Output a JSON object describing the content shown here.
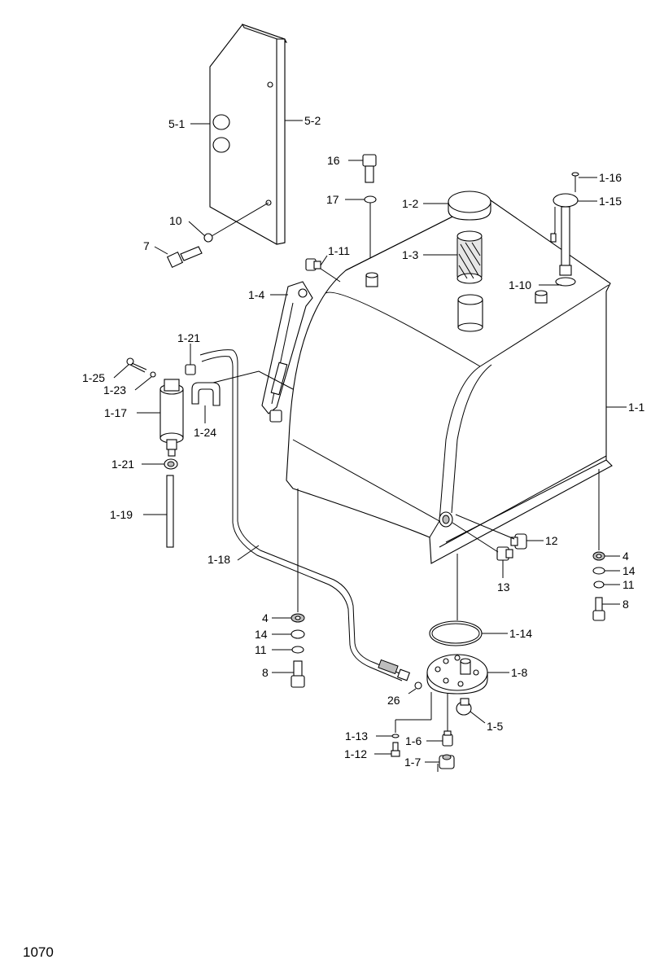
{
  "page_number": "1070",
  "callouts": {
    "c5_1": "5-1",
    "c5_2": "5-2",
    "c16": "16",
    "c17": "17",
    "c10": "10",
    "c7": "7",
    "c1_2": "1-2",
    "c1_3": "1-3",
    "c1_16": "1-16",
    "c1_15": "1-15",
    "c1_11": "1-11",
    "c1_10": "1-10",
    "c1_4": "1-4",
    "c1_21a": "1-21",
    "c1_25": "1-25",
    "c1_23": "1-23",
    "c1_17": "1-17",
    "c1_24": "1-24",
    "c1_1": "1-1",
    "c1_21b": "1-21",
    "c1_19": "1-19",
    "c12": "12",
    "c1_18": "1-18",
    "c13": "13",
    "c4a": "4",
    "c14a": "14",
    "c11a": "11",
    "c8a": "8",
    "c4b": "4",
    "c14b": "14",
    "c11b": "11",
    "c8b": "8",
    "c1_14": "1-14",
    "c1_8": "1-8",
    "c26": "26",
    "c1_5": "1-5",
    "c1_13": "1-13",
    "c1_6": "1-6",
    "c1_12": "1-12",
    "c1_7": "1-7"
  }
}
